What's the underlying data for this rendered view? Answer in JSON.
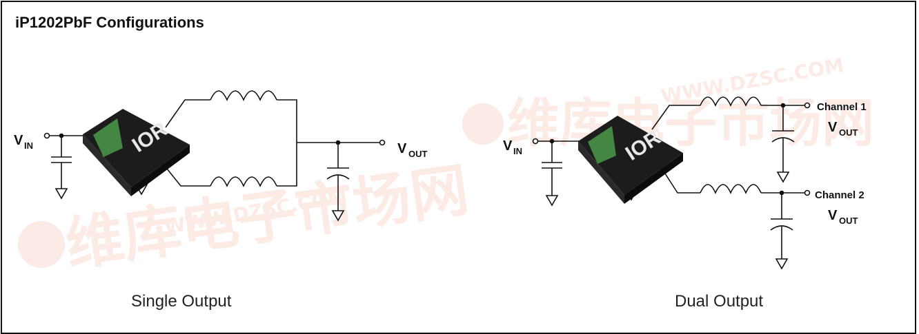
{
  "title": "iP1202PbF Configurations",
  "single": {
    "caption": "Single Output",
    "vin_label": "V",
    "vin_sub": "IN",
    "vout_label": "V",
    "vout_sub": "OUT",
    "module_logo": "IOR"
  },
  "dual": {
    "caption": "Dual Output",
    "vin_label": "V",
    "vin_sub": "IN",
    "channel1_label": "Channel 1",
    "channel1_vout": "V",
    "channel1_sub": "OUT",
    "channel2_label": "Channel 2",
    "channel2_vout": "V",
    "channel2_sub": "OUT",
    "module_logo": "IOR"
  },
  "watermark": {
    "chinese": "维库电子市场网",
    "url": "WWW.DZSC.COM",
    "color": "#e8603a"
  },
  "colors": {
    "wire": "#111111",
    "module": "#1c1c1c",
    "module_accent": "#4a9a4a"
  }
}
